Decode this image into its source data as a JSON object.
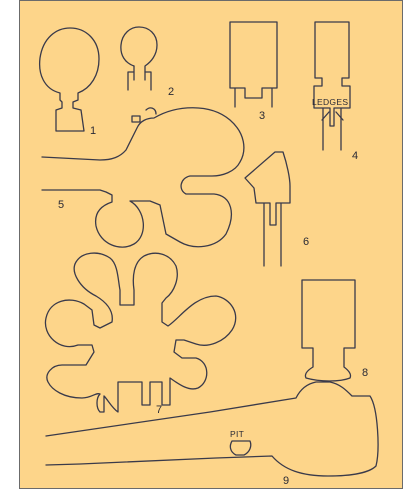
{
  "diagram": {
    "background_color": "#fdd58a",
    "stroke_color": "#3a3a4a",
    "shapes": [
      {
        "id": "1",
        "label": "1"
      },
      {
        "id": "2",
        "label": "2"
      },
      {
        "id": "3",
        "label": "3"
      },
      {
        "id": "4",
        "label": "4",
        "annotation": "LEDGES"
      },
      {
        "id": "5",
        "label": "5"
      },
      {
        "id": "6",
        "label": "6"
      },
      {
        "id": "7",
        "label": "7"
      },
      {
        "id": "8",
        "label": "8"
      },
      {
        "id": "9",
        "label": "9",
        "annotation": "PIT"
      }
    ]
  }
}
